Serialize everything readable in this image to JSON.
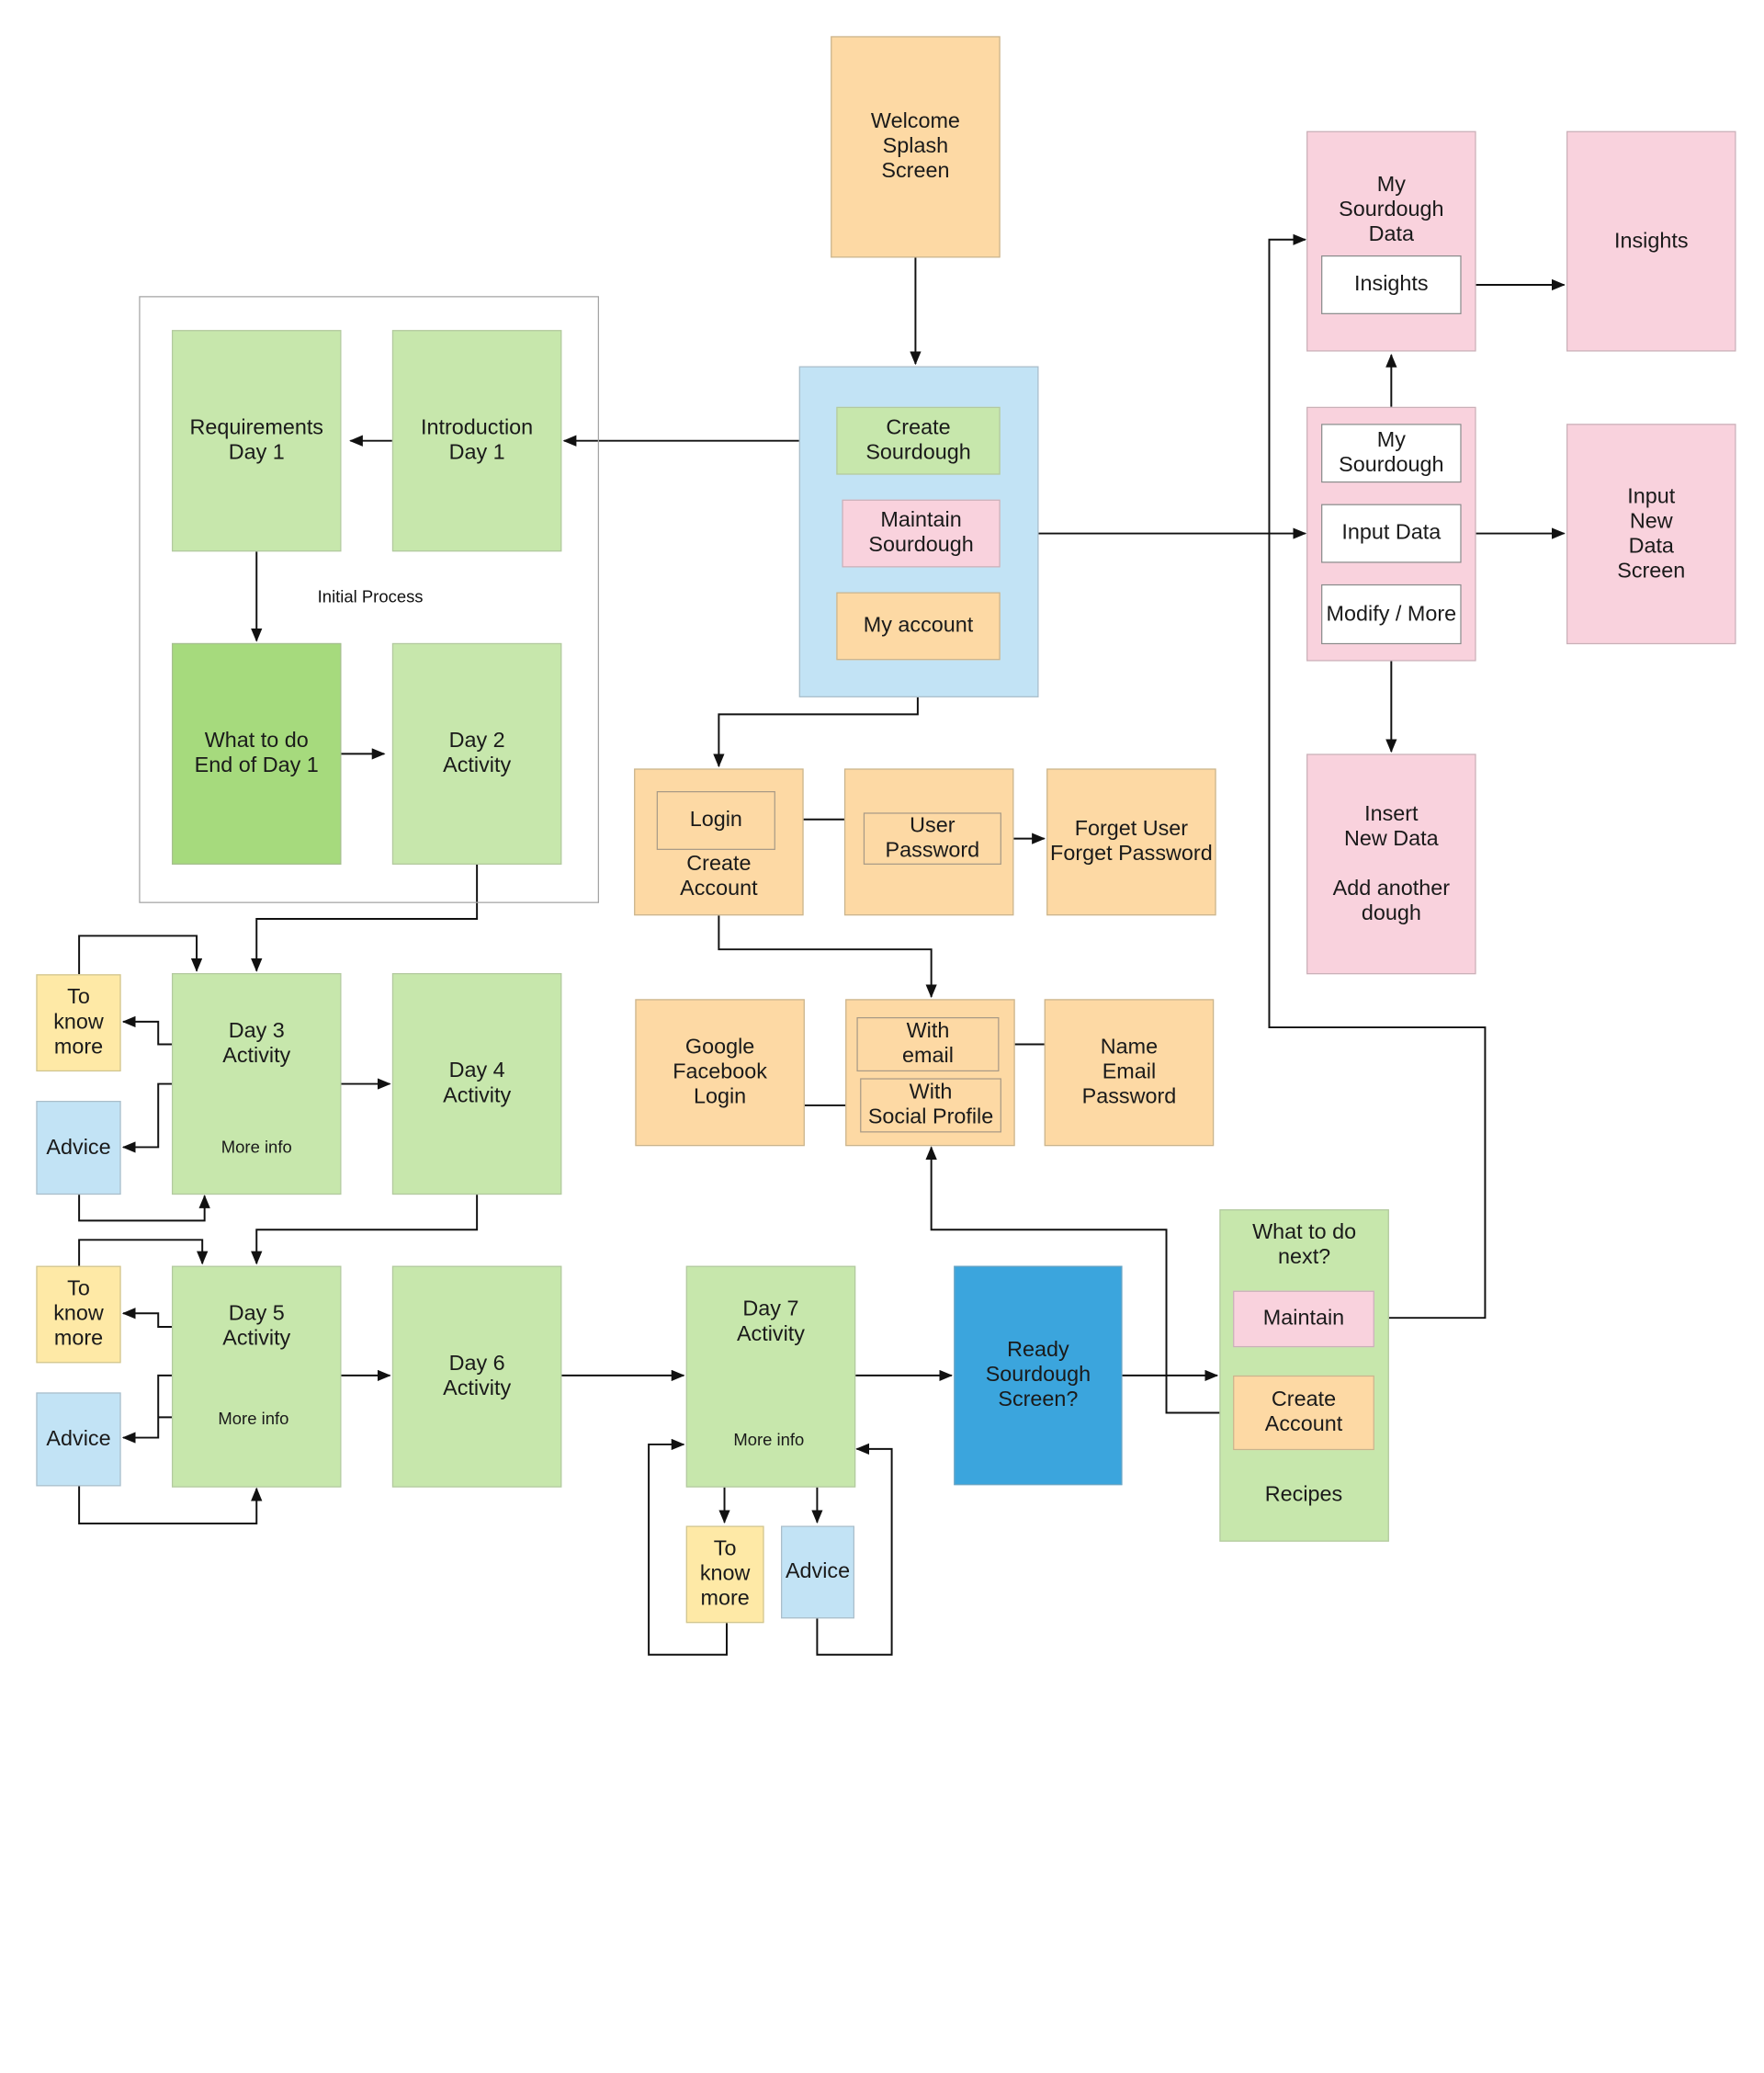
{
  "nodes": {
    "welcome": "Welcome\nSplash\nScreen",
    "create_sourdough": "Create\nSourdough",
    "maintain_sourdough": "Maintain\nSourdough",
    "my_account": "My account",
    "initial_process": "Initial Process",
    "requirements_day1": "Requirements\nDay 1",
    "introduction_day1": "Introduction\nDay 1",
    "what_to_do_end_day1": "What to do\nEnd of Day 1",
    "day2_activity": "Day 2\nActivity",
    "login": "Login",
    "create_account_label": "Create\nAccount",
    "user_password": "User\nPassword",
    "forget": "Forget User\nForget Password",
    "with_email": "With\nemail",
    "with_social": "With\nSocial Profile",
    "google_facebook": "Google\nFacebook\nLogin",
    "name_email_password": "Name\nEmail\nPassword",
    "my_sourdough_data": "My\nSourdough\nData",
    "insights_button": "Insights",
    "insights_screen": "Insights",
    "my_sourdough": "My\nSourdough",
    "input_data": "Input Data",
    "modify_more": "Modify / More",
    "input_new_data_screen": "Input\nNew\nData\nScreen",
    "insert_new_data": "Insert\nNew Data\n\nAdd another\ndough",
    "day3_activity": "Day 3\nActivity",
    "day3_more_info": "More info",
    "day4_activity": "Day 4\nActivity",
    "day5_activity": "Day 5\nActivity",
    "day5_more_info": "More info",
    "day6_activity": "Day 6\nActivity",
    "day7_activity": "Day 7\nActivity",
    "day7_more_info": "More info",
    "to_know_more": "To\nknow\nmore",
    "advice": "Advice",
    "ready_sourdough": "Ready\nSourdough\nScreen?",
    "what_next": "What to do\nnext?",
    "maintain": "Maintain",
    "create_account": "Create\nAccount",
    "recipes": "Recipes"
  }
}
